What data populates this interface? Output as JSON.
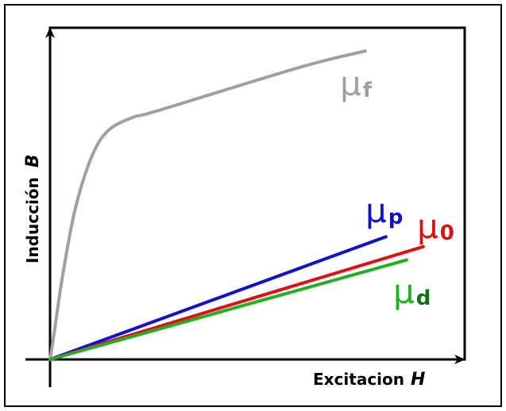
{
  "chart_data": {
    "type": "line",
    "title": "",
    "xlabel": "Excitacion",
    "xlabel_symbol": "H",
    "ylabel": "Inducción",
    "ylabel_symbol": "B",
    "grid": false,
    "legend": "inline labels",
    "xlim": [
      0,
      100
    ],
    "ylim": [
      0,
      100
    ],
    "series": [
      {
        "name": "μf",
        "symbol": "μ",
        "subscript": "f",
        "color": "#a0a0a0",
        "x": [
          0,
          1,
          3,
          6,
          10,
          14,
          20,
          26,
          60,
          76
        ],
        "y": [
          0,
          8,
          25,
          45,
          61,
          69,
          73,
          75,
          88,
          93
        ]
      },
      {
        "name": "μp",
        "symbol": "μ",
        "subscript": "p",
        "color": "#1010d0",
        "x": [
          0,
          81
        ],
        "y": [
          0,
          37
        ]
      },
      {
        "name": "μ0",
        "symbol": "μ",
        "subscript": "0",
        "color": "#e01010",
        "x": [
          0,
          90
        ],
        "y": [
          0,
          34
        ]
      },
      {
        "name": "μd",
        "symbol": "μ",
        "subscript": "d",
        "color": "#20b020",
        "x": [
          0,
          86
        ],
        "y": [
          0,
          30
        ]
      }
    ],
    "colors": {
      "frame": "#000000",
      "label_f_sub": "#a0a0a0",
      "label_p_sub": "#1010d0",
      "label_0_sub": "#e01010",
      "label_d_sub": "#107010"
    }
  }
}
